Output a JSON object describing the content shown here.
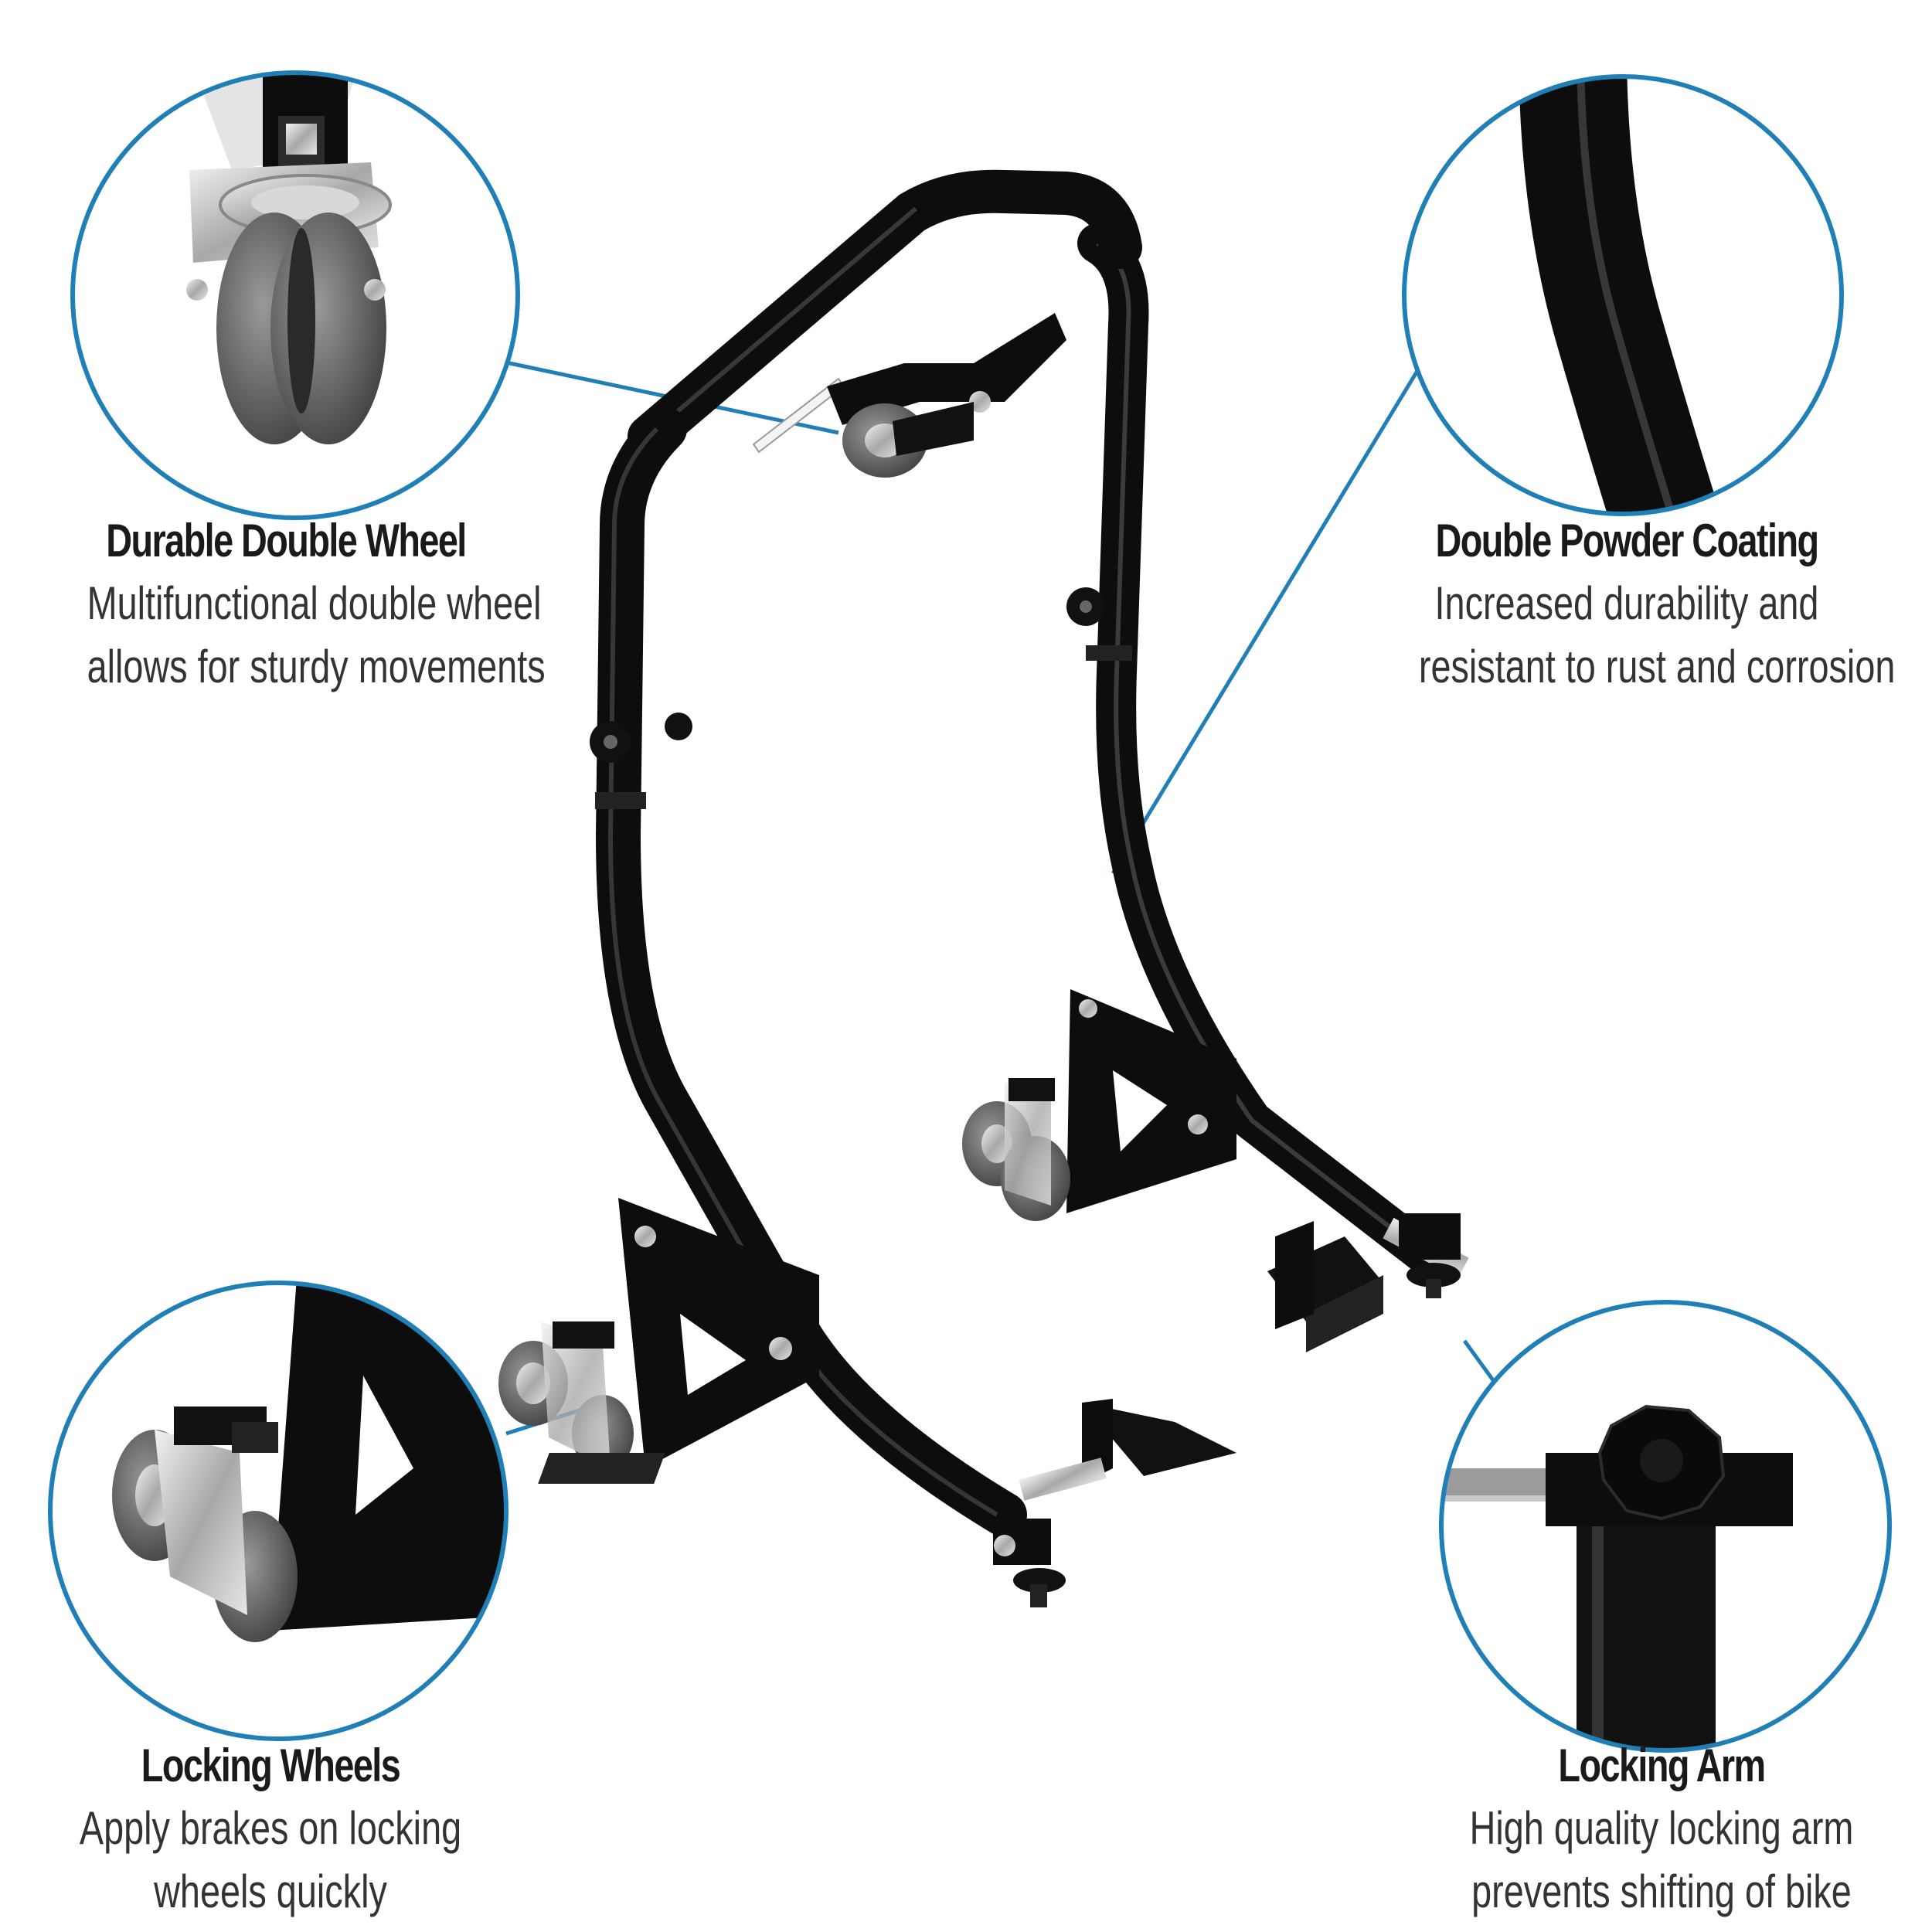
{
  "colors": {
    "circle_ring": "#1f7fb6",
    "leader_line": "#1f7fb6",
    "frame": "#111111",
    "background": "#ffffff"
  },
  "callouts": [
    {
      "id": "durable-double-wheel",
      "title": "Durable Double Wheel",
      "line1": "Multifunctional double wheel",
      "line2": "allows for sturdy movements",
      "icon": "caster-double-wheel-closeup"
    },
    {
      "id": "double-powder-coating",
      "title": "Double Powder Coating",
      "line1": "Increased durability and",
      "line2": "resistant to rust and corrosion",
      "icon": "powder-coated-tube-closeup"
    },
    {
      "id": "locking-wheels",
      "title": "Locking Wheels",
      "line1": "Apply brakes on locking",
      "line2": "wheels quickly",
      "icon": "locking-caster-closeup"
    },
    {
      "id": "locking-arm",
      "title": "Locking Arm",
      "line1": "High quality locking arm",
      "line2": "prevents shifting of bike",
      "icon": "locking-knob-closeup"
    }
  ]
}
